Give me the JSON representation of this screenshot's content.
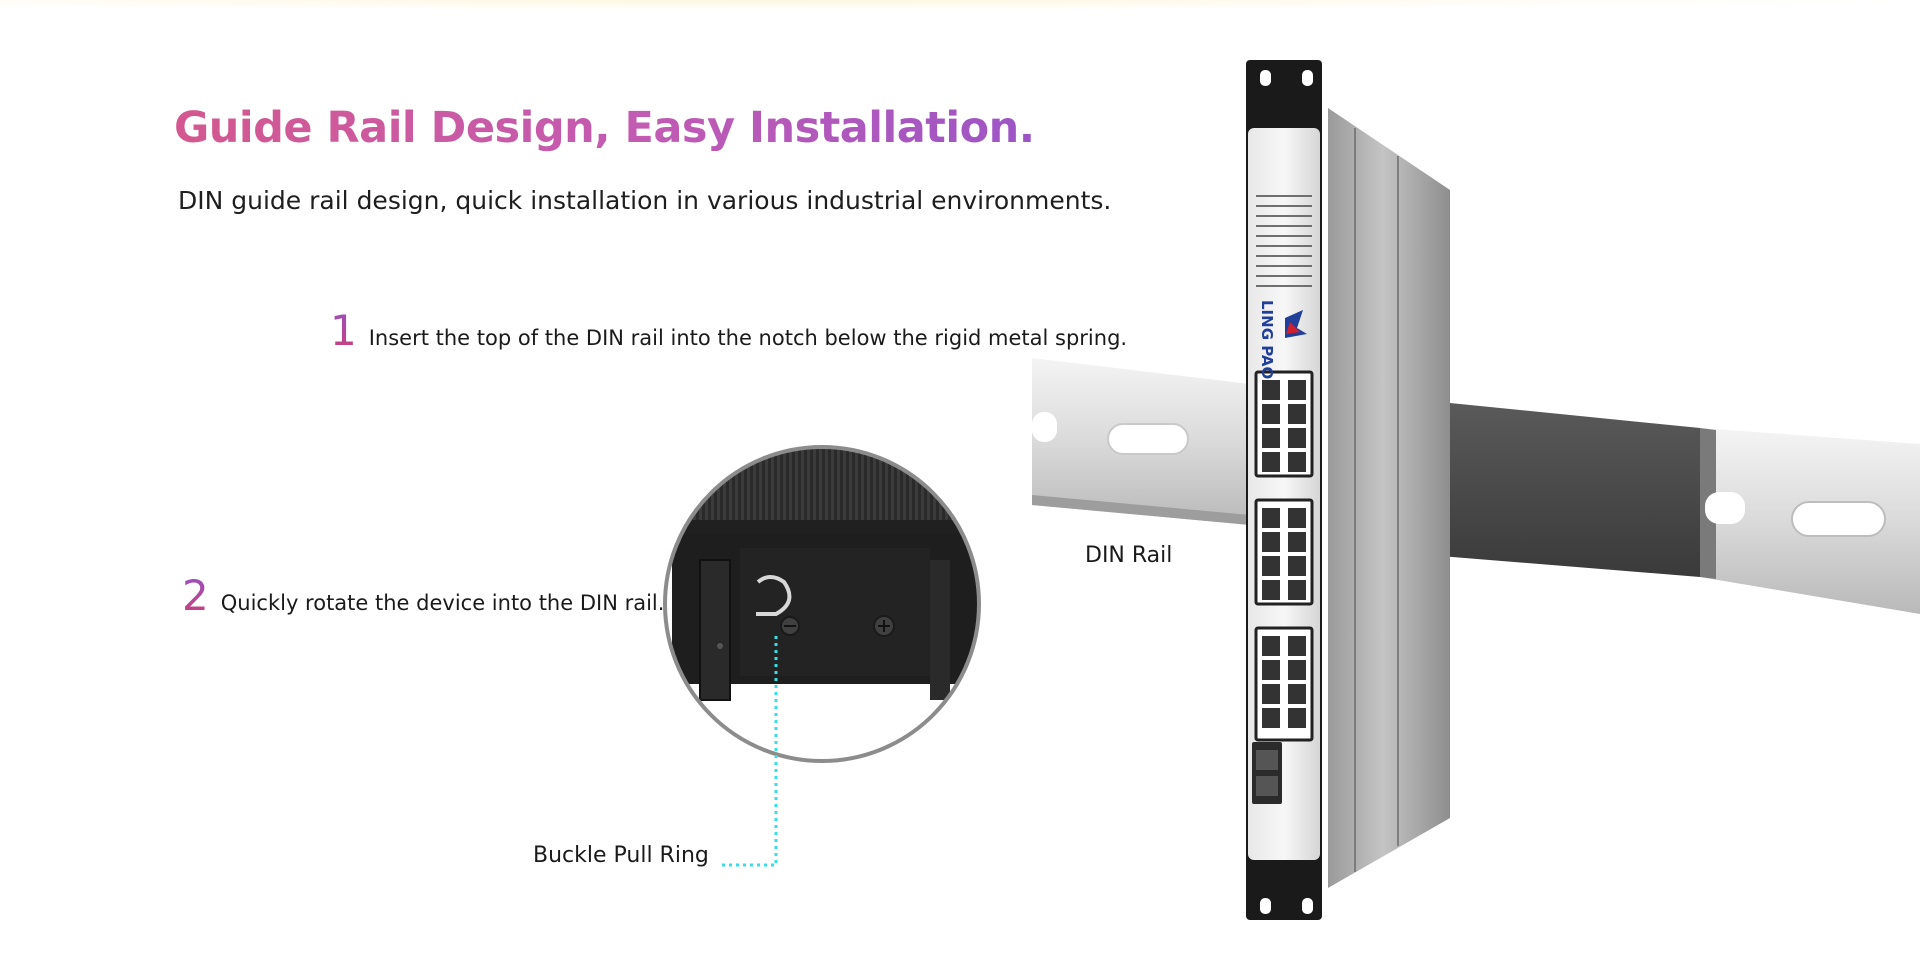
{
  "headline": "Guide Rail Design, Easy Installation.",
  "subtitle": "DIN guide rail design, quick installation in various industrial environments.",
  "steps": [
    {
      "number": "1",
      "text": "Insert the top of the DIN rail into the notch below the rigid metal spring."
    },
    {
      "number": "2",
      "text": "Quickly rotate the device into the DIN rail."
    }
  ],
  "callouts": {
    "buckle": "Buckle Pull Ring",
    "rail": "DIN Rail"
  },
  "device": {
    "brand": "LING PAO"
  },
  "colors": {
    "headline_start": "#d4588f",
    "headline_end": "#9c55c6",
    "callout_line": "#35dfe6"
  }
}
